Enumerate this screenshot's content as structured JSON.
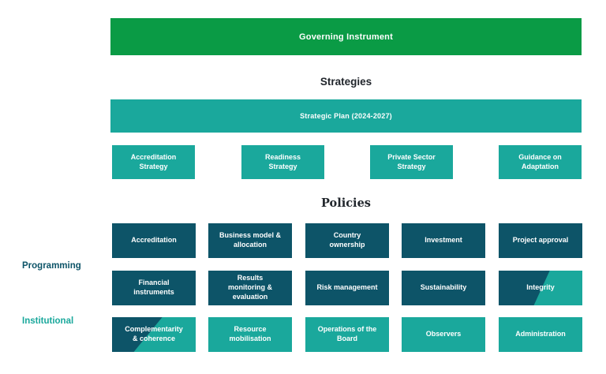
{
  "colors": {
    "green": "#0a9b45",
    "teal": "#1aa89c",
    "dark_teal": "#0d5468",
    "heading_text": "#21262c"
  },
  "governing": {
    "label": "Governing Instrument"
  },
  "strategies": {
    "heading": "Strategies",
    "plan_label": "Strategic Plan (2024-2027)",
    "items": [
      {
        "label": "Accreditation\nStrategy"
      },
      {
        "label": "Readiness\nStrategy"
      },
      {
        "label": "Private Sector\nStrategy"
      },
      {
        "label": "Guidance on\nAdaptation"
      }
    ]
  },
  "policies": {
    "heading": "Policies",
    "row1": [
      {
        "label": "Accreditation"
      },
      {
        "label": "Business model &\nallocation"
      },
      {
        "label": "Country\nownership"
      },
      {
        "label": "Investment"
      },
      {
        "label": "Project approval"
      }
    ],
    "row2": [
      {
        "label": "Financial\ninstruments"
      },
      {
        "label": "Results\nmonitoring &\nevaluation"
      },
      {
        "label": "Risk management"
      },
      {
        "label": "Sustainability"
      },
      {
        "label": "Integrity"
      }
    ],
    "row3": [
      {
        "label": "Complementarity\n& coherence"
      },
      {
        "label": "Resource\nmobilisation"
      },
      {
        "label": "Operations of the\nBoard"
      },
      {
        "label": "Observers"
      },
      {
        "label": "Administration"
      }
    ]
  },
  "side_labels": {
    "programming": "Programming",
    "institutional": "Institutional"
  }
}
